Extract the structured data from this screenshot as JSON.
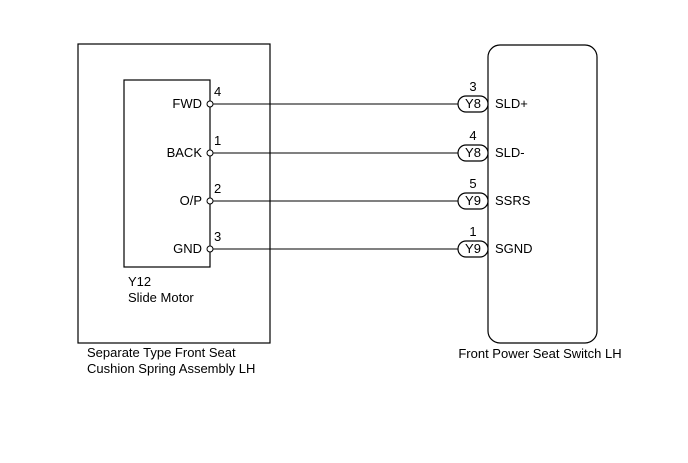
{
  "left_component": {
    "assembly_label_lines": [
      "Separate Type Front Seat",
      "Cushion Spring Assembly LH"
    ],
    "connector_code": "Y12",
    "part_name": "Slide Motor",
    "pins": [
      {
        "name": "FWD",
        "pin": "4"
      },
      {
        "name": "BACK",
        "pin": "1"
      },
      {
        "name": "O/P",
        "pin": "2"
      },
      {
        "name": "GND",
        "pin": "3"
      }
    ]
  },
  "right_component": {
    "label": "Front Power Seat Switch LH",
    "pins": [
      {
        "connector": "Y8",
        "pin": "3",
        "name": "SLD+"
      },
      {
        "connector": "Y8",
        "pin": "4",
        "name": "SLD-"
      },
      {
        "connector": "Y9",
        "pin": "5",
        "name": "SSRS"
      },
      {
        "connector": "Y9",
        "pin": "1",
        "name": "SGND"
      }
    ]
  },
  "colors": {
    "line": "#000000",
    "background": "#ffffff"
  }
}
